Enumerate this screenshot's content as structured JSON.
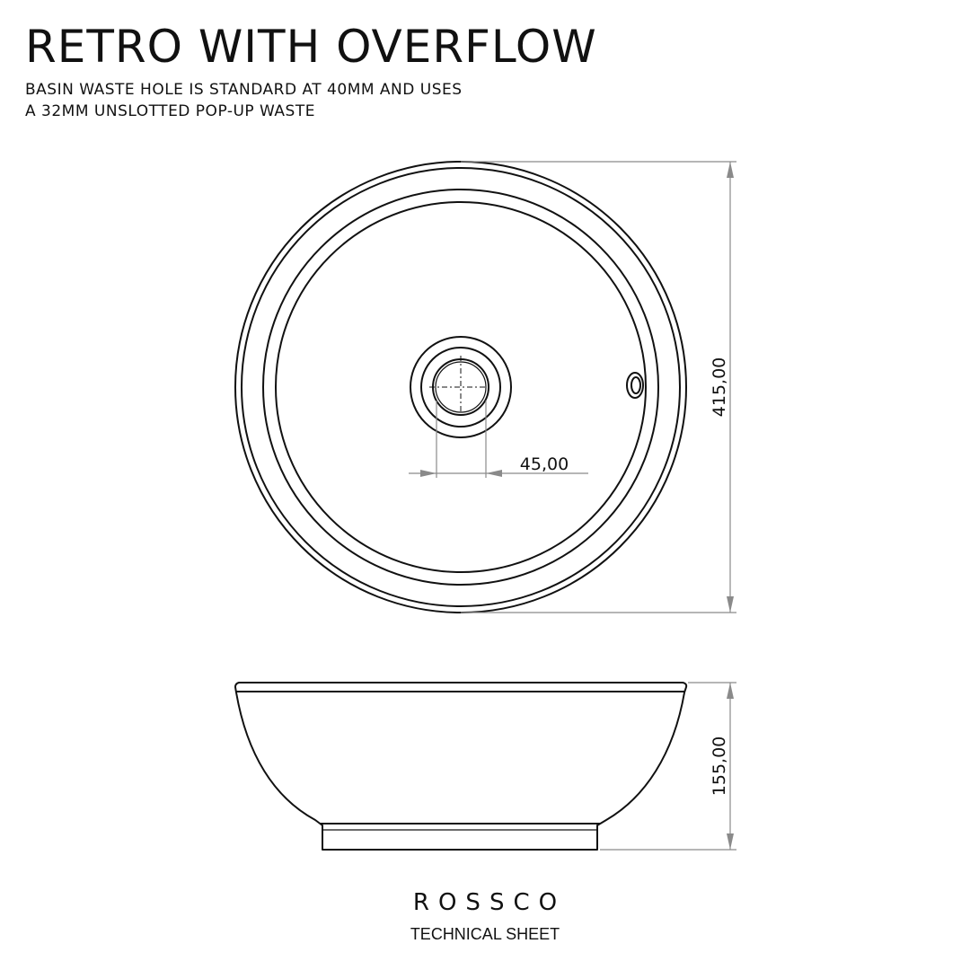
{
  "header": {
    "title": "RETRO WITH OVERFLOW",
    "subtitle_line1": "BASIN WASTE HOLE IS STANDARD AT 40MM AND USES",
    "subtitle_line2": "A 32MM UNSLOTTED POP-UP WASTE"
  },
  "dimensions": {
    "diameter": "415,00",
    "height": "155,00",
    "waste_hole": "45,00"
  },
  "footer": {
    "brand": "ROSSCO",
    "sheet_label": "TECHNICAL SHEET"
  },
  "colors": {
    "line": "#111111",
    "dimension_line": "#8a8a8a",
    "background": "#ffffff"
  }
}
